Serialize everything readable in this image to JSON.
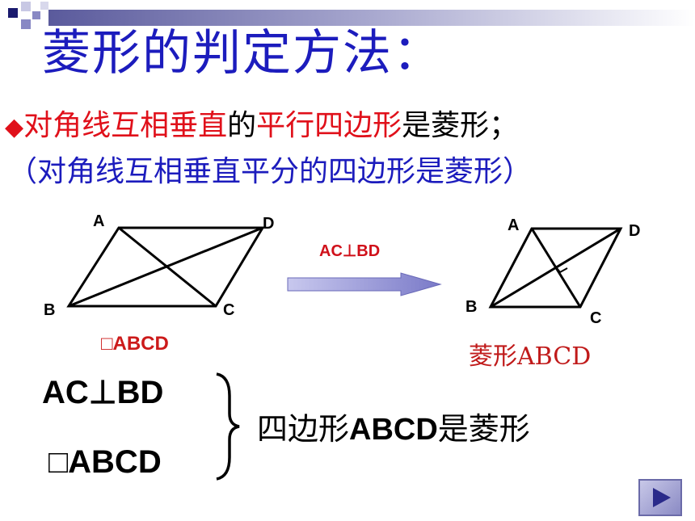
{
  "title": "菱形的判定方法：",
  "criterion": {
    "bullet": "◆",
    "part1": "对角线互相垂直",
    "part2": "的",
    "part3": "平行四边形",
    "part4": "是菱形；"
  },
  "note": "（对角线互相垂直平分的四边形是菱形）",
  "figure_left": {
    "labels": {
      "A": "A",
      "B": "B",
      "C": "C",
      "D": "D"
    },
    "caption": "□ABCD"
  },
  "arrow_label": "AC⊥BD",
  "figure_right": {
    "labels": {
      "A": "A",
      "B": "B",
      "C": "C",
      "D": "D"
    },
    "caption": "菱形ABCD"
  },
  "conditions": {
    "cond1": "AC⊥BD",
    "cond2": "□ABCD",
    "conclusion_pre": "四边形",
    "conclusion_bold": "ABCD",
    "conclusion_post": "是菱形"
  },
  "colors": {
    "title": "#1c1cbd",
    "highlight": "#e0101a",
    "note": "#1c1cbd",
    "arrow": "#8a8ad0"
  },
  "nav": {
    "icon": "play-next-icon"
  }
}
